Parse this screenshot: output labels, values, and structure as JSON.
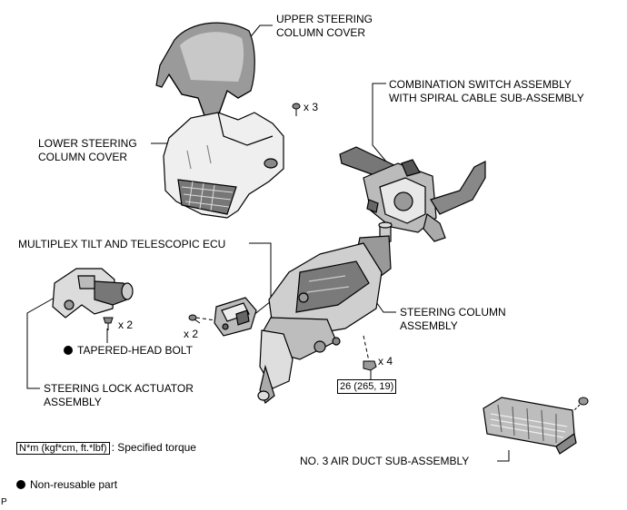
{
  "labels": {
    "upper_cover_1": "UPPER STEERING",
    "upper_cover_2": "COLUMN COVER",
    "combo_switch_1": "COMBINATION SWITCH ASSEMBLY",
    "combo_switch_2": "WITH SPIRAL CABLE SUB-ASSEMBLY",
    "lower_cover_1": "LOWER STEERING",
    "lower_cover_2": "COLUMN COVER",
    "tilt_ecu": "MULTIPLEX TILT AND TELESCOPIC ECU",
    "steering_column_1": "STEERING COLUMN",
    "steering_column_2": "ASSEMBLY",
    "tapered_bolt": "TAPERED-HEAD BOLT",
    "lock_actuator_1": "STEERING LOCK ACTUATOR",
    "lock_actuator_2": "ASSEMBLY",
    "air_duct": "NO. 3 AIR DUCT SUB-ASSEMBLY"
  },
  "quantities": {
    "screws_top": "x 3",
    "actuator_bolts": "x 2",
    "ecu_screws": "x 2",
    "column_nuts": "x 4"
  },
  "torque": {
    "value": "26 (265, 19)"
  },
  "legend": {
    "torque_units": "N*m (kgf*cm, ft.*lbf)",
    "torque_desc": ": Specified torque",
    "nonreusable": "Non-reusable part",
    "corner_mark": "P"
  },
  "colors": {
    "line": "#000000",
    "part_fill": "#f4f4f4",
    "part_shade": "#8a8a8a",
    "dark": "#333333"
  }
}
